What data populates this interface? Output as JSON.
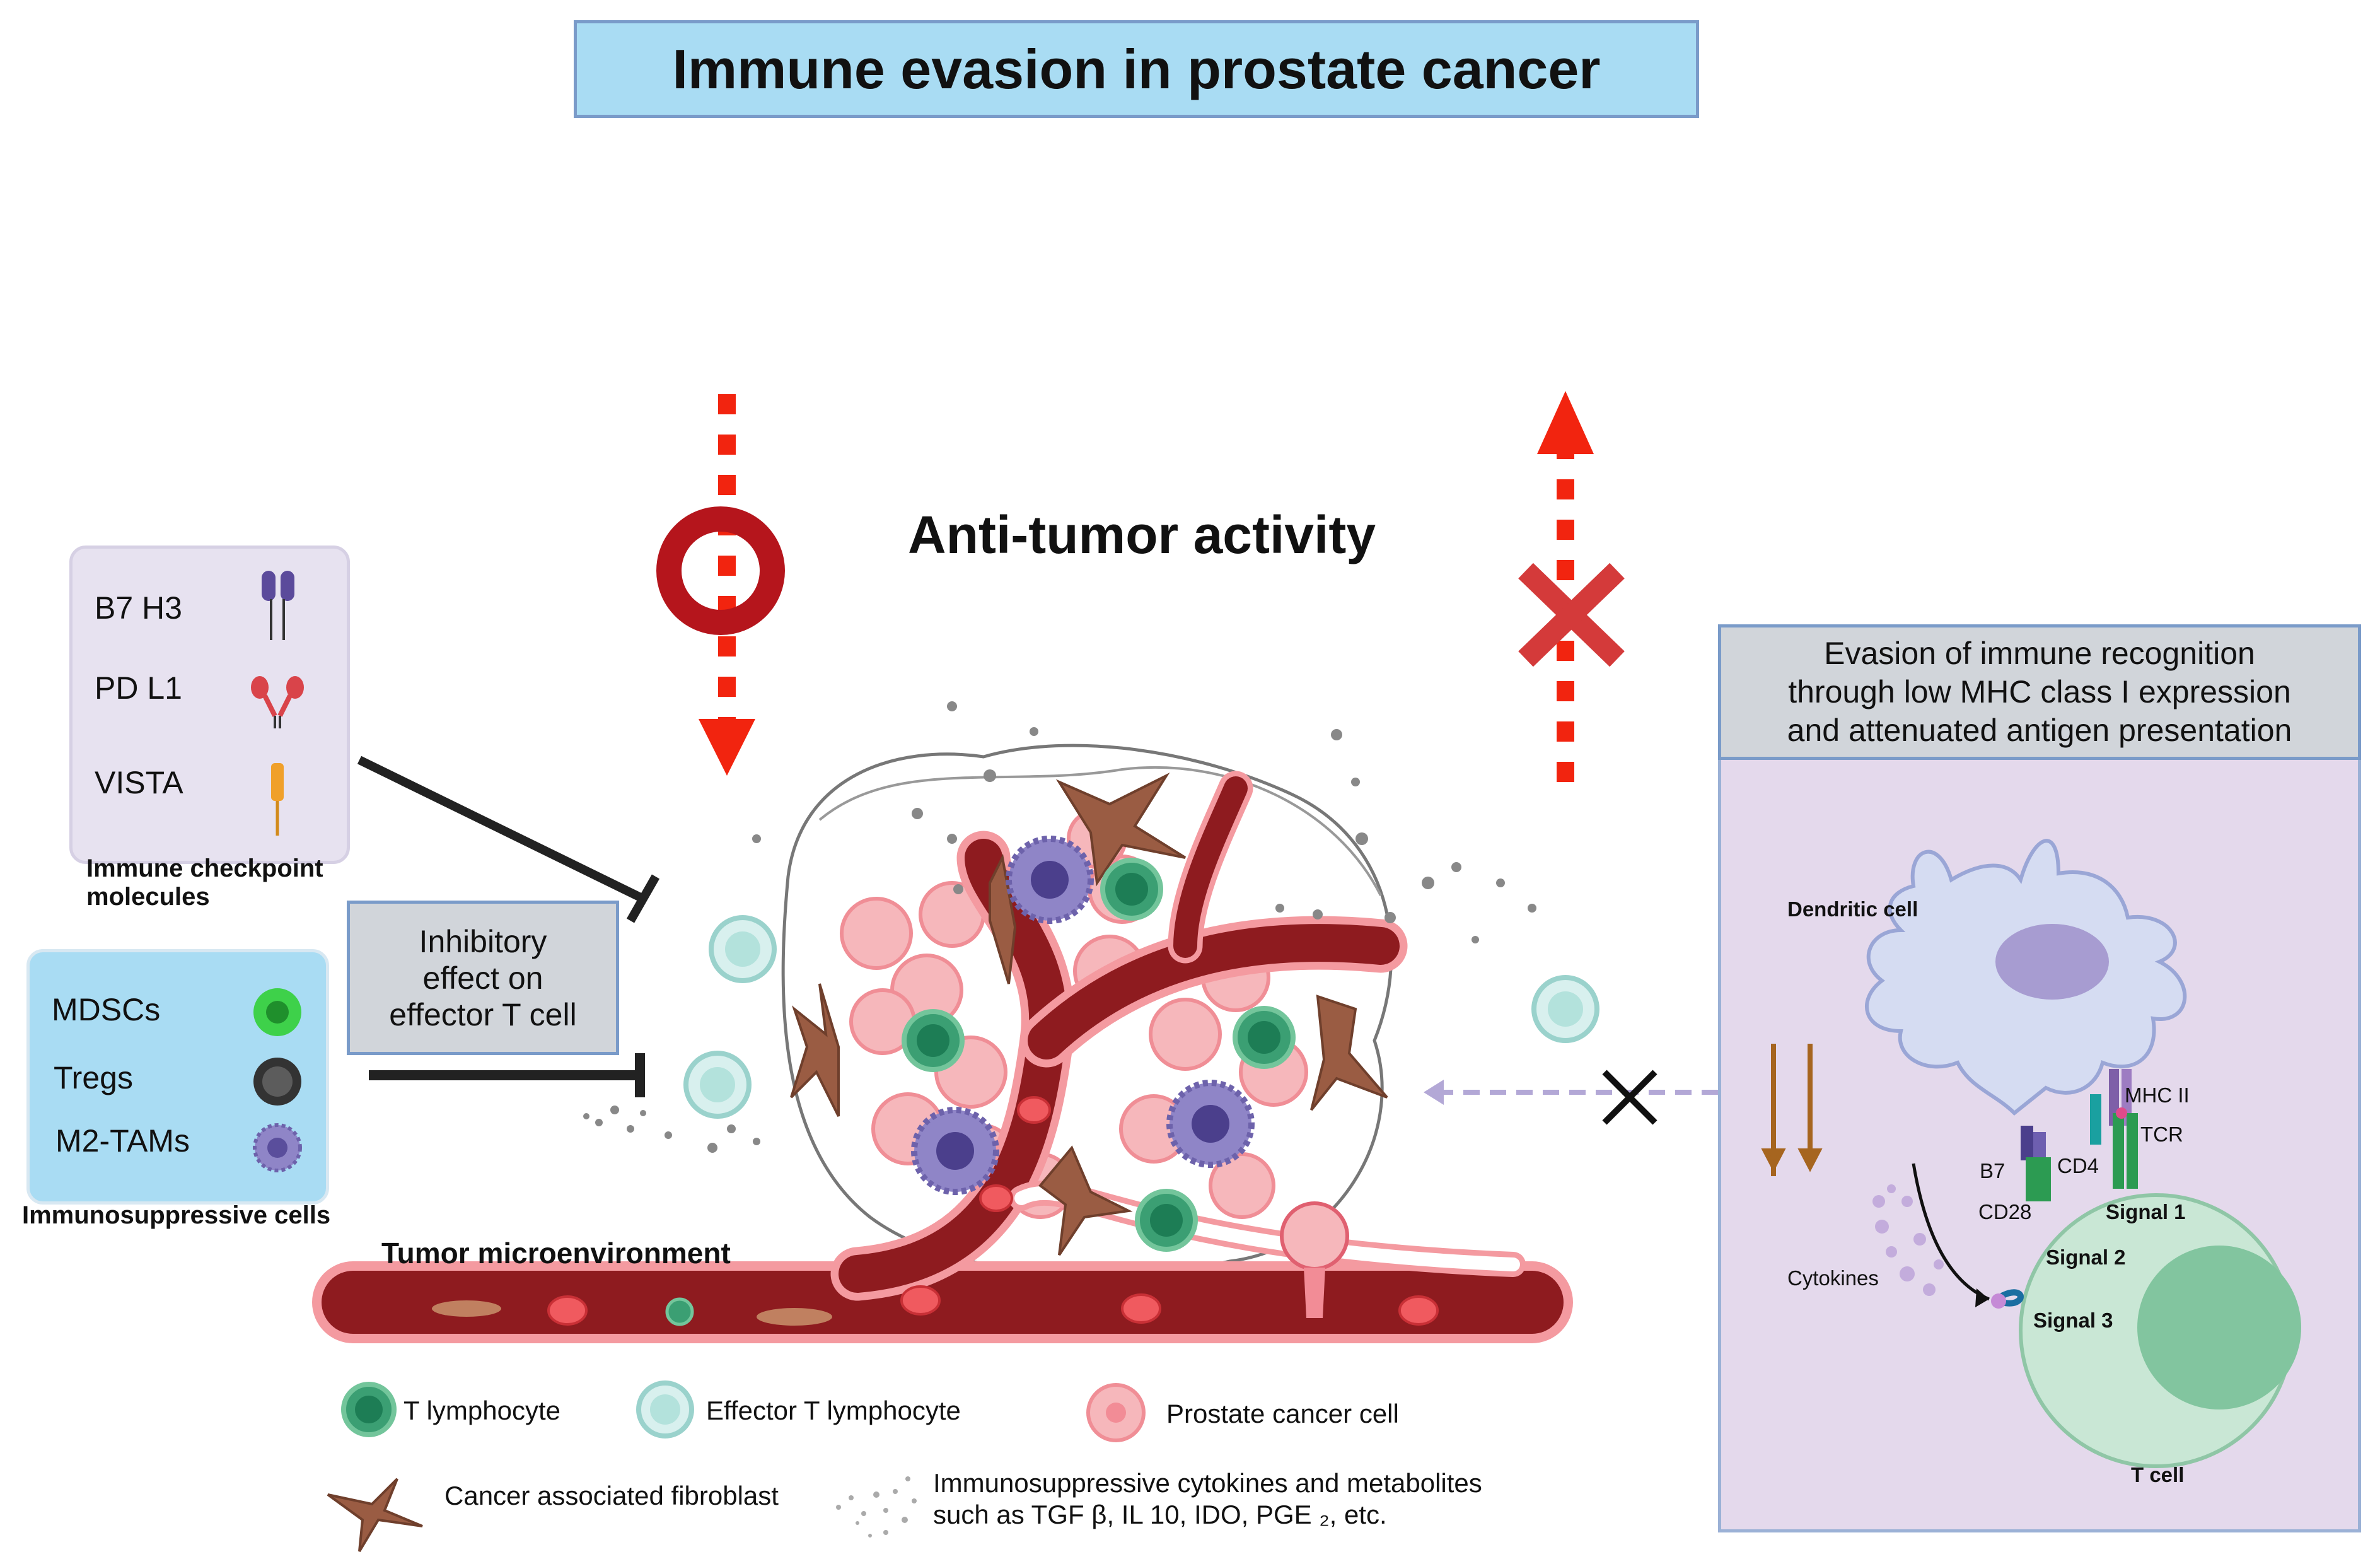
{
  "title": "Immune evasion in prostate cancer",
  "center_title": "Anti-tumor activity",
  "checkpoint_panel": {
    "items": [
      {
        "label": "B7 H3",
        "icon": "b7h3-receptor-icon"
      },
      {
        "label": "PD L1",
        "icon": "pdl1-receptor-icon"
      },
      {
        "label": "VISTA",
        "icon": "vista-receptor-icon"
      }
    ],
    "caption_line1": "Immune checkpoint",
    "caption_line2": "molecules"
  },
  "immunosuppressive_panel": {
    "items": [
      {
        "label": "MDSCs",
        "icon": "mdsc-cell-icon"
      },
      {
        "label": "Tregs",
        "icon": "treg-cell-icon"
      },
      {
        "label": "M2-TAMs",
        "icon": "m2-tam-cell-icon"
      }
    ],
    "caption": "Immunosuppressive cells"
  },
  "inhibitory_box": {
    "line1": "Inhibitory",
    "line2": "effect on",
    "line3": "effector T cell"
  },
  "tme_label": "Tumor microenvironment",
  "right_panel": {
    "header_line1": "Evasion of immune recognition",
    "header_line2": "through low MHC class I expression",
    "header_line3": "and attenuated antigen presentation",
    "dendritic_cell": "Dendritic cell",
    "mhc2": "MHC II",
    "tcr": "TCR",
    "b7": "B7",
    "cd4": "CD4",
    "cd28": "CD28",
    "signal1": "Signal 1",
    "signal2": "Signal 2",
    "signal3": "Signal 3",
    "cytokines": "Cytokines",
    "t_cell": "T cell"
  },
  "legend": {
    "t_lymphocyte": "T lymphocyte",
    "effector_t": "Effector T lymphocyte",
    "prostate_cancer_cell": "Prostate cancer cell",
    "caf": "Cancer associated fibroblast",
    "cytokines_line1": "Immunosuppressive cytokines and metabolites",
    "cytokines_line2": "such as TGF β, IL 10, IDO, PGE ₂, etc."
  },
  "colors": {
    "title_bg": "#a9dcf3",
    "arrow_red": "#f2240f",
    "vessel": "#8e1b1f",
    "t_cell_green": "#3b9f73",
    "dendritic": "#d5dcf2"
  }
}
